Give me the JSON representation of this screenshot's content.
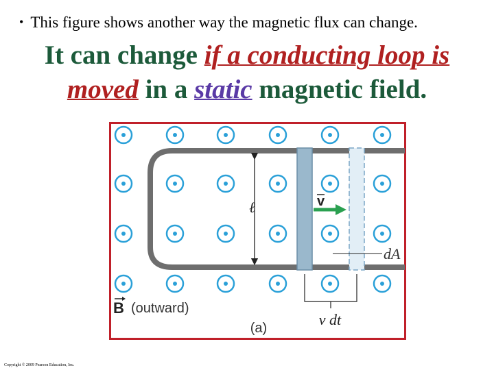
{
  "bullet": {
    "marker": "•",
    "text": "This figure shows another way the magnetic flux can change."
  },
  "headline": {
    "line1_part1": "It can change ",
    "line1_part2": "if a conducting loop is",
    "line2_part1": "moved",
    "line2_part2": " in a ",
    "line2_part3": "static",
    "line2_part4": " magnetic field."
  },
  "figure": {
    "label_length": "ℓ",
    "label_velocity": "v",
    "label_area": "dA",
    "label_field_symbol": "B",
    "label_field_text": "(outward)",
    "label_displacement": "v dt",
    "label_panel": "(a)"
  },
  "colors": {
    "headline_green": "#1c5a3a",
    "emphasis_red": "#b02020",
    "emphasis_purple": "#5a3aa6",
    "figure_border": "#c0202a",
    "field_dot_blue": "#2aa0d8",
    "rod_blue": "#9ab8cc",
    "velocity_arrow_green": "#2aa050"
  },
  "copyright": "Copyright © 2009 Pearson Education, Inc."
}
